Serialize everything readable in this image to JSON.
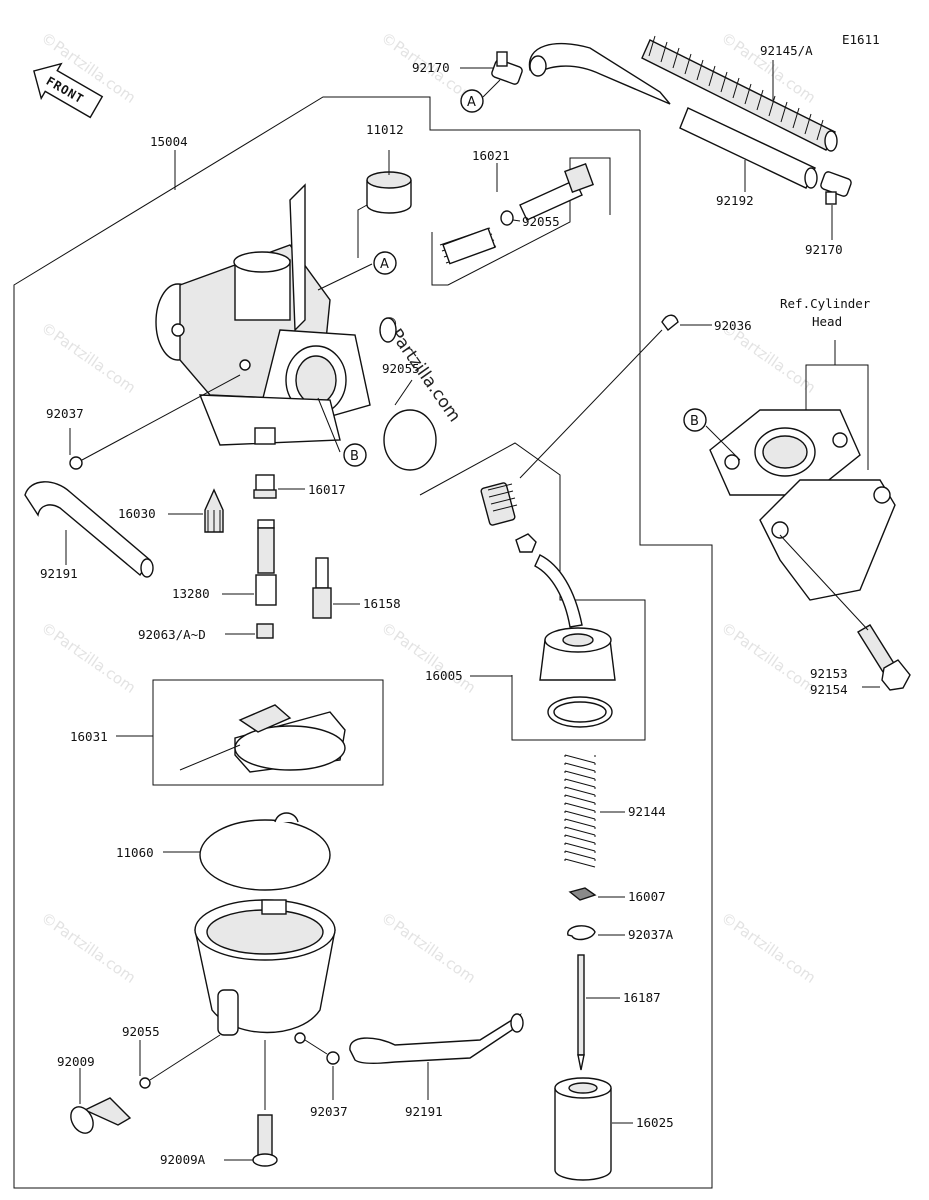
{
  "diagram_code": "E1611",
  "front_label": "FRONT",
  "watermark": "©Partzilla.com",
  "ref_note": {
    "line1": "Ref.Cylinder",
    "line2": "Head"
  },
  "markers": {
    "a": "A",
    "b": "B"
  },
  "labels": {
    "p92170_top": "92170",
    "p92145": "92145/A",
    "p92192": "92192",
    "p92170_bot": "92170",
    "p15004": "15004",
    "p11012": "11012",
    "p16021": "16021",
    "p92055_top": "92055",
    "p92036": "92036",
    "p92055_mid": "92055",
    "p92037_left": "92037",
    "p16017": "16017",
    "p16030": "16030",
    "p92191_left": "92191",
    "p13280": "13280",
    "p16158": "16158",
    "p92063": "92063/A~D",
    "p16005": "16005",
    "p92153": "92153",
    "p92154": "92154",
    "p16031": "16031",
    "p92144": "92144",
    "p11060": "11060",
    "p16007": "16007",
    "p92037a": "92037A",
    "p16187": "16187",
    "p92055_bot": "92055",
    "p92009": "92009",
    "p92037_bot": "92037",
    "p92191_bot": "92191",
    "p16025": "16025",
    "p92009a": "92009A"
  }
}
